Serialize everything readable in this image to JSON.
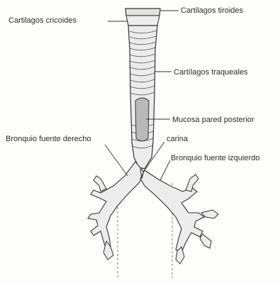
{
  "labels": {
    "cartilagos_tiroides": "Cartilagos tiroides",
    "cartilagos_cricoides": "Cartilagos cricoides",
    "cartilagos_traqueales": "Cartílagos traqueales",
    "mucosa_pared_posterior": "Mucosa pared posterior",
    "bronquio_fuente_derecho": "Bronquio fuente derecho",
    "carina": "carina",
    "bronquio_fuente_izquierdo": "Bronquio fuente izquierdo"
  },
  "colors": {
    "outline": "#3a3a3a",
    "fill": "#ececec",
    "mucosa": "#b9b9b9",
    "text": "#2a2a2a"
  }
}
